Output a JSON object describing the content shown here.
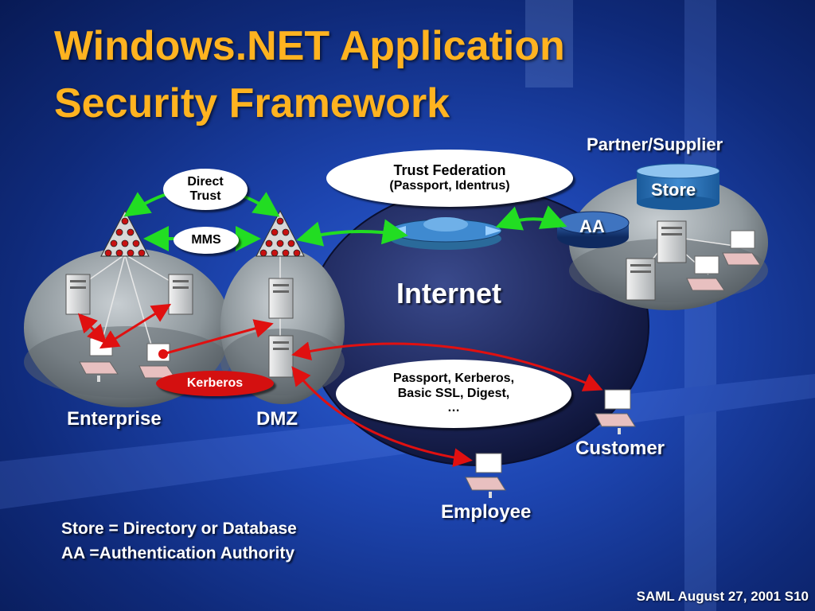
{
  "slide": {
    "title_line1": "Windows.NET Application",
    "title_line2": "Security Framework",
    "footer": "SAML August 27, 2001 S10"
  },
  "nodes": {
    "partner": "Partner/Supplier",
    "store": "Store",
    "aa": "AA",
    "internet": "Internet",
    "enterprise": "Enterprise",
    "dmz": "DMZ",
    "customer": "Customer",
    "employee": "Employee"
  },
  "callouts": {
    "direct_trust_line1": "Direct",
    "direct_trust_line2": "Trust",
    "mms": "MMS",
    "trust_federation_line1": "Trust Federation",
    "trust_federation_line2": "(Passport, Identrus)",
    "kerberos": "Kerberos",
    "protocols_line1": "Passport, Kerberos,",
    "protocols_line2": "Basic SSL, Digest,",
    "protocols_line3": "…"
  },
  "legend": {
    "line1": "Store = Directory or Database",
    "line2": "AA =Authentication Authority"
  },
  "colors": {
    "title": "#ffb320",
    "trust_link": "#22dd22",
    "auth_link": "#e01010",
    "kerberos_pill": "#d41010"
  }
}
